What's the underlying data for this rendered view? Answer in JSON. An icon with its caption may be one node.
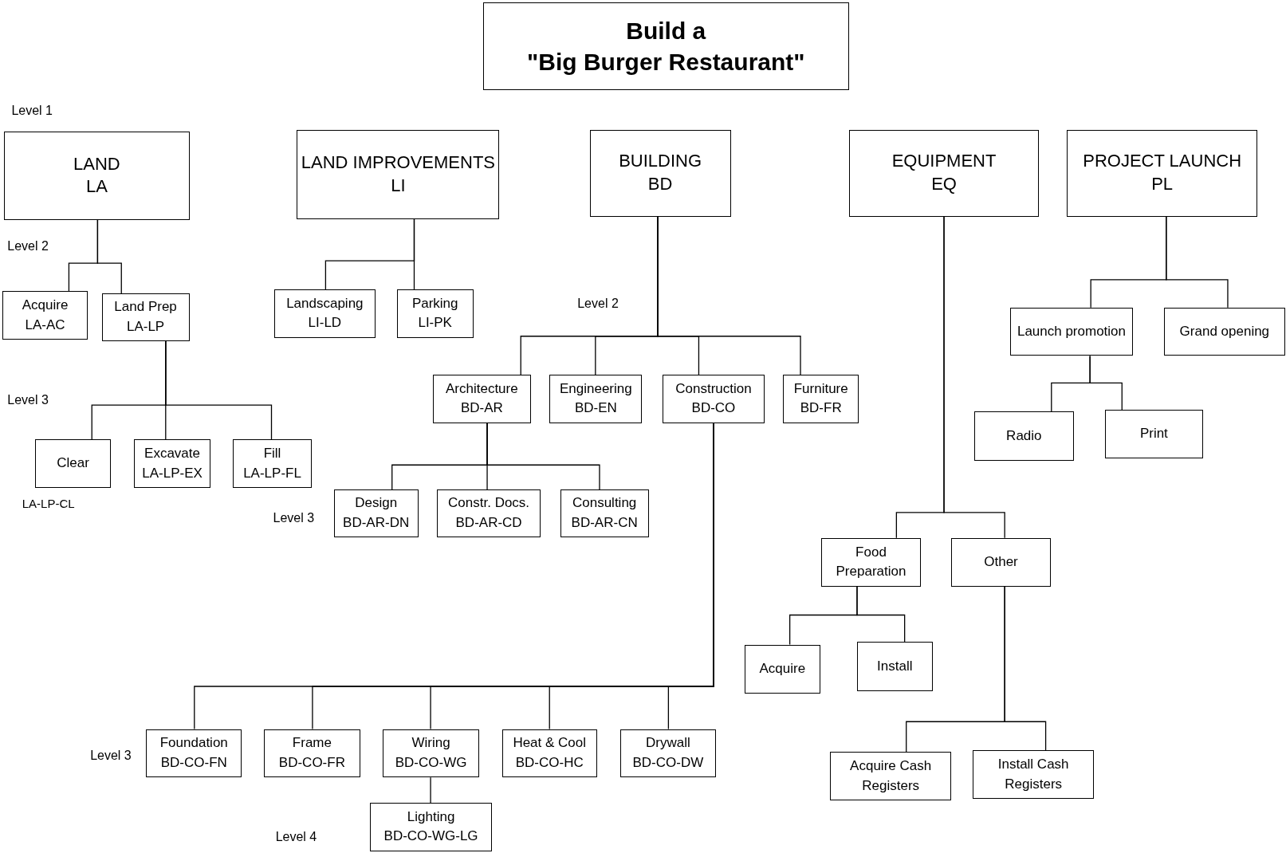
{
  "diagram": {
    "nodes": [
      {
        "text": [
          "Build a",
          "\"Big Burger Restaurant\""
        ]
      },
      {
        "text": [
          "LAND",
          "LA"
        ]
      },
      {
        "text": [
          "LAND IMPROVEMENTS",
          "LI"
        ]
      },
      {
        "text": [
          "BUILDING",
          "BD"
        ]
      },
      {
        "text": [
          "EQUIPMENT",
          "EQ"
        ]
      },
      {
        "text": [
          "PROJECT LAUNCH",
          "PL"
        ]
      },
      {
        "text": [
          "Acquire",
          "LA-AC"
        ]
      },
      {
        "text": [
          "Land Prep",
          "LA-LP"
        ]
      },
      {
        "text": [
          "Clear"
        ],
        "beside": [
          "LA-LP-CL"
        ]
      },
      {
        "text": [
          "Excavate",
          "LA-LP-EX"
        ]
      },
      {
        "text": [
          "Fill",
          "LA-LP-FL"
        ]
      },
      {
        "text": [
          "Landscaping",
          "LI-LD"
        ]
      },
      {
        "text": [
          "Parking",
          "LI-PK"
        ]
      },
      {
        "text": [
          "Architecture",
          "BD-AR"
        ]
      },
      {
        "text": [
          "Engineering",
          "BD-EN"
        ]
      },
      {
        "text": [
          "Construction",
          "BD-CO"
        ]
      },
      {
        "text": [
          "Furniture",
          "BD-FR"
        ]
      },
      {
        "text": [
          "Design",
          "BD-AR-DN"
        ]
      },
      {
        "text": [
          "Constr. Docs.",
          "BD-AR-CD"
        ]
      },
      {
        "text": [
          "Consulting",
          "BD-AR-CN"
        ]
      },
      {
        "text": [
          "Foundation",
          "BD-CO-FN"
        ]
      },
      {
        "text": [
          "Frame",
          "BD-CO-FR"
        ]
      },
      {
        "text": [
          "Wiring",
          "BD-CO-WG"
        ]
      },
      {
        "text": [
          "Heat & Cool",
          "BD-CO-HC"
        ]
      },
      {
        "text": [
          "Drywall",
          "BD-CO-DW"
        ]
      },
      {
        "text": [
          "Lighting",
          "BD-CO-WG-LG"
        ]
      },
      {
        "text": [
          "Food Preparation"
        ]
      },
      {
        "text": [
          "Other"
        ]
      },
      {
        "text": [
          "Acquire"
        ]
      },
      {
        "text": [
          "Install"
        ]
      },
      {
        "text": [
          "Acquire Cash Registers"
        ]
      },
      {
        "text": [
          "Install Cash Registers"
        ]
      },
      {
        "text": [
          "Launch promotion"
        ]
      },
      {
        "text": [
          "Grand opening"
        ]
      },
      {
        "text": [
          "Radio"
        ]
      },
      {
        "text": [
          "Print"
        ]
      }
    ],
    "edges": [
      {
        "from": 1,
        "to": 6,
        "arrow": "none"
      },
      {
        "from": 1,
        "to": 7,
        "arrow": "none"
      },
      {
        "from": 7,
        "to": 8,
        "arrow": "none"
      },
      {
        "from": 7,
        "to": 9,
        "arrow": "none"
      },
      {
        "from": 7,
        "to": 10,
        "arrow": "none"
      },
      {
        "from": 2,
        "to": 11,
        "arrow": "none"
      },
      {
        "from": 2,
        "to": 12,
        "arrow": "none"
      },
      {
        "from": 3,
        "to": 13,
        "arrow": "none"
      },
      {
        "from": 3,
        "to": 14,
        "arrow": "none"
      },
      {
        "from": 3,
        "to": 15,
        "arrow": "none"
      },
      {
        "from": 3,
        "to": 16,
        "arrow": "none"
      },
      {
        "from": 13,
        "to": 17,
        "arrow": "none"
      },
      {
        "from": 13,
        "to": 18,
        "arrow": "none"
      },
      {
        "from": 13,
        "to": 19,
        "arrow": "none"
      },
      {
        "from": 15,
        "to": 20,
        "arrow": "none"
      },
      {
        "from": 15,
        "to": 21,
        "arrow": "none"
      },
      {
        "from": 15,
        "to": 22,
        "arrow": "none"
      },
      {
        "from": 15,
        "to": 23,
        "arrow": "none"
      },
      {
        "from": 15,
        "to": 24,
        "arrow": "none"
      },
      {
        "from": 22,
        "to": 25,
        "arrow": "none"
      },
      {
        "from": 4,
        "to": 26,
        "arrow": "none"
      },
      {
        "from": 4,
        "to": 27,
        "arrow": "none"
      },
      {
        "from": 26,
        "to": 28,
        "arrow": "none"
      },
      {
        "from": 26,
        "to": 29,
        "arrow": "none"
      },
      {
        "from": 27,
        "to": 30,
        "arrow": "none"
      },
      {
        "from": 27,
        "to": 31,
        "arrow": "none"
      },
      {
        "from": 5,
        "to": 32,
        "arrow": "none"
      },
      {
        "from": 5,
        "to": 33,
        "arrow": "none"
      },
      {
        "from": 32,
        "to": 34,
        "arrow": "none"
      },
      {
        "from": 32,
        "to": 35,
        "arrow": "none"
      }
    ],
    "labels": [
      "Level 1",
      "Level 2",
      "Level 3",
      "Level 2",
      "Level 3",
      "Level 3",
      "Level 4"
    ]
  }
}
